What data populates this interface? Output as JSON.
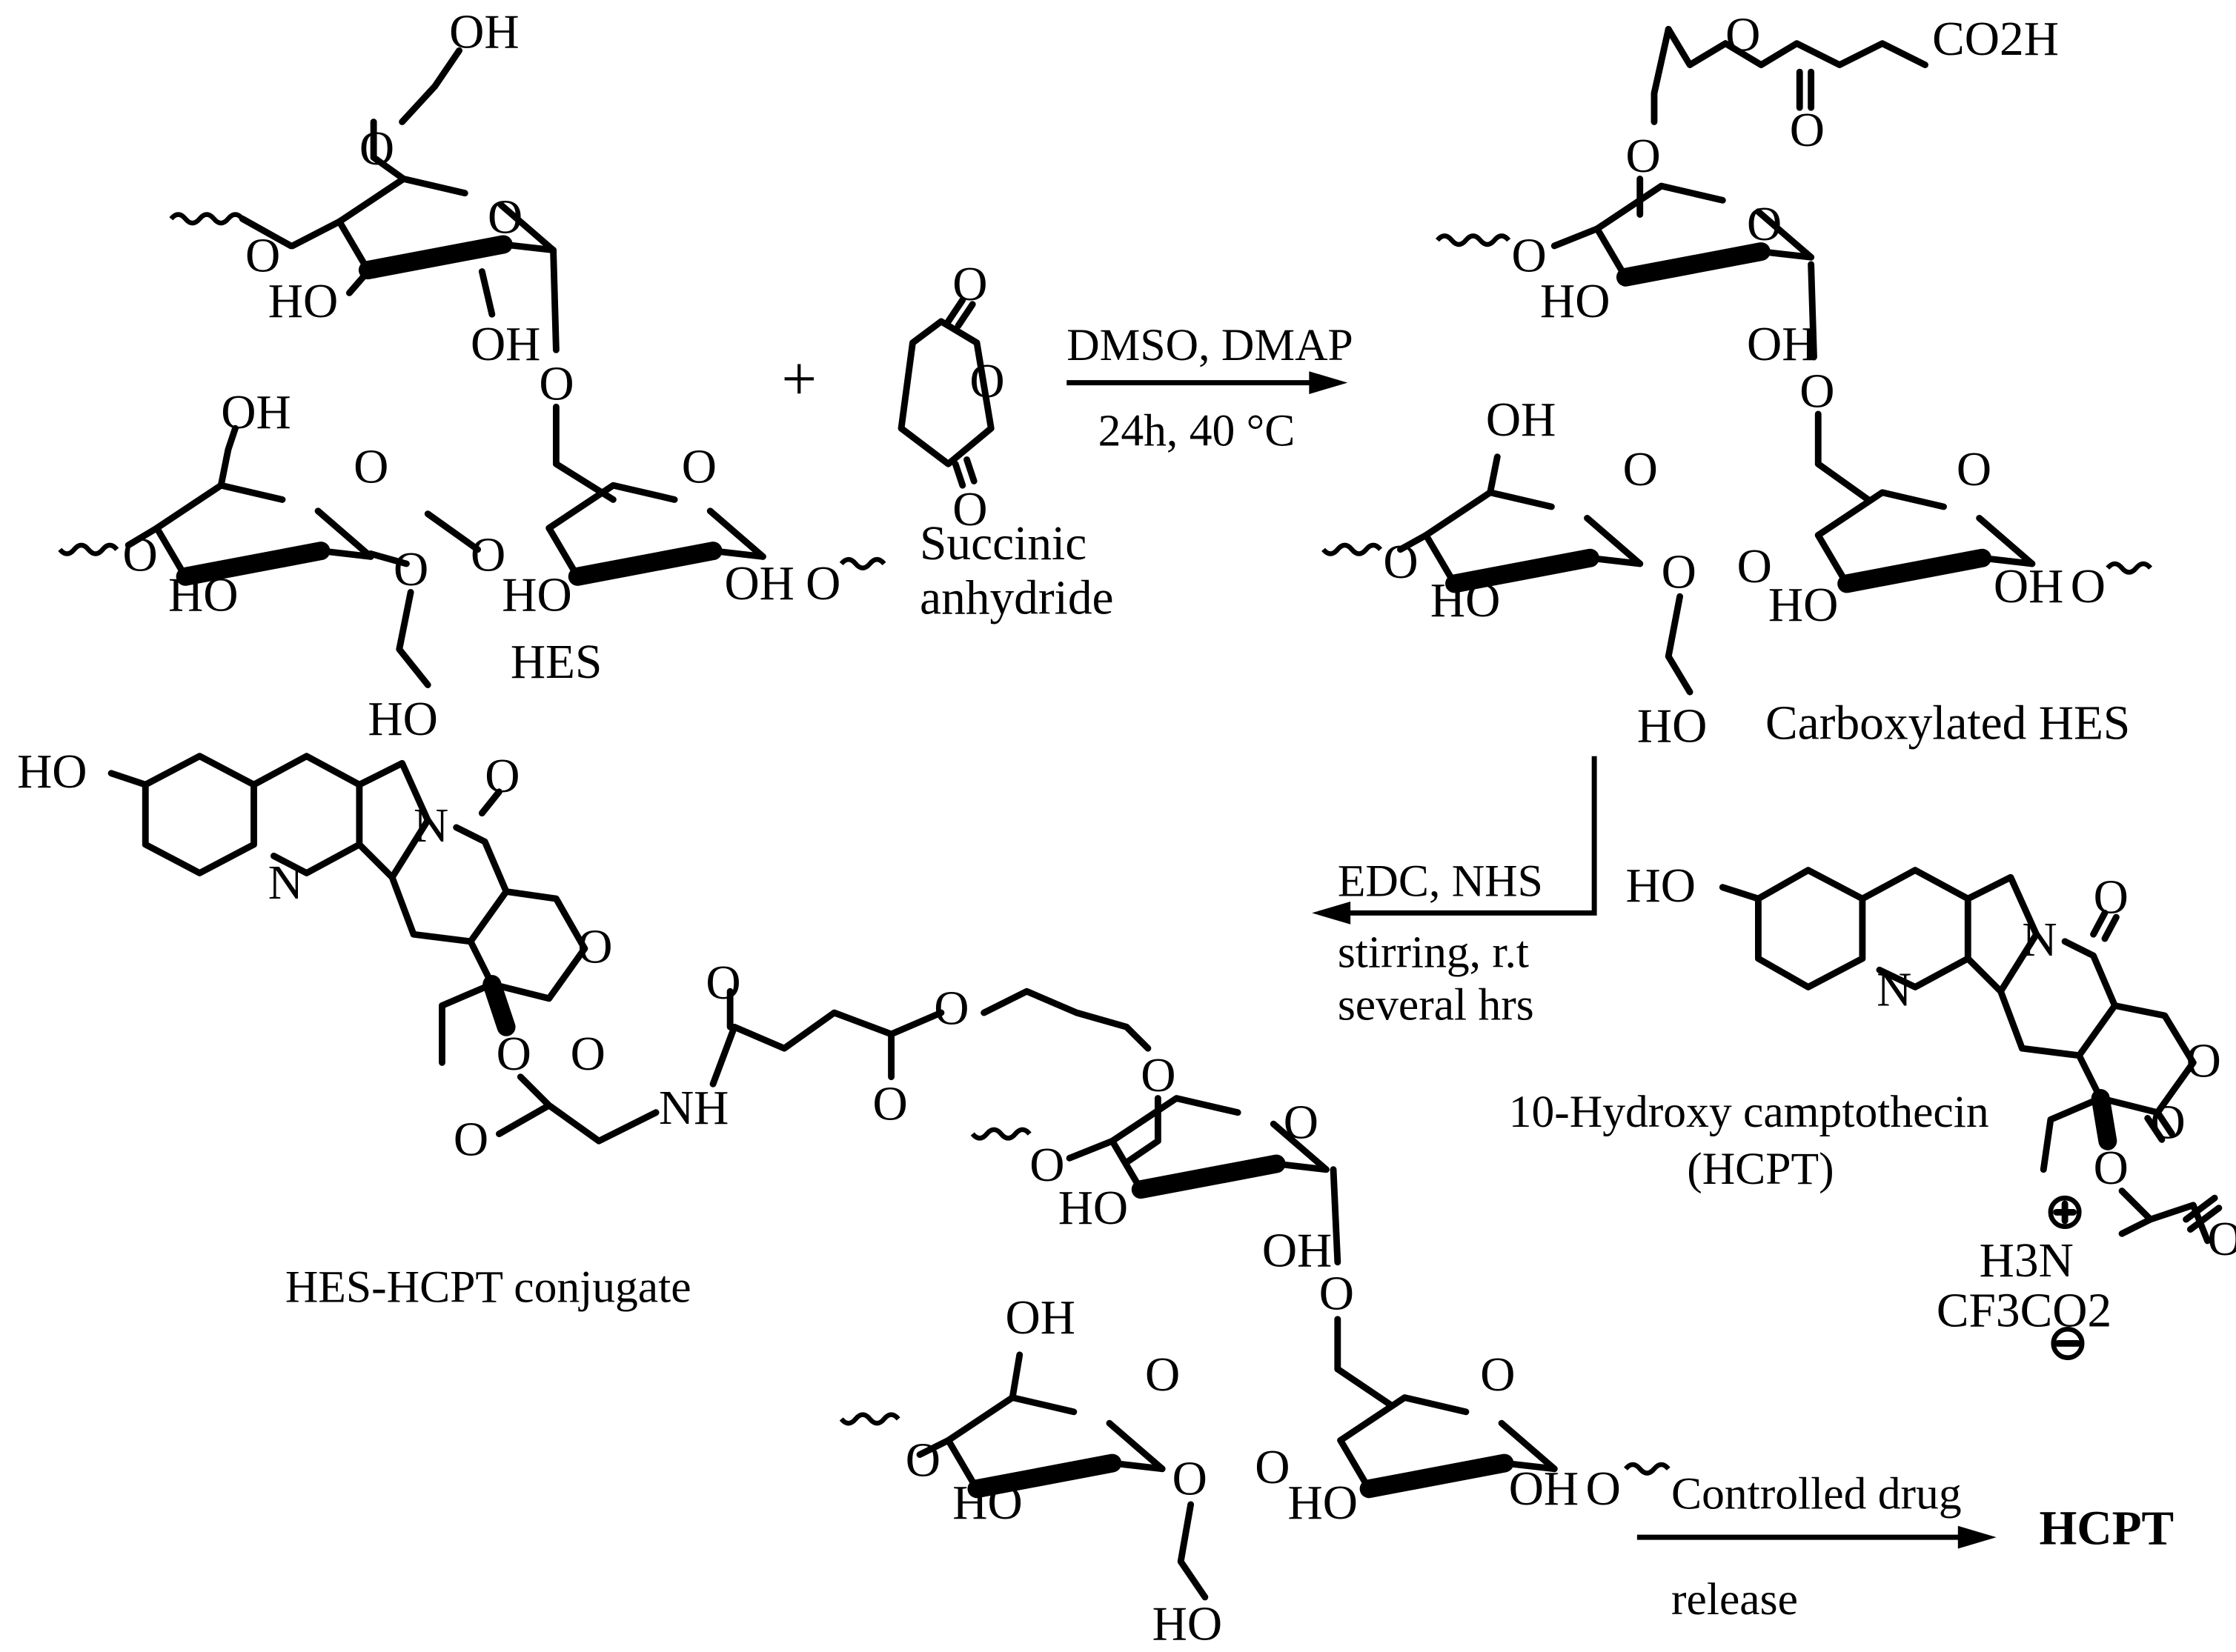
{
  "reactants": {
    "hes_label": "HES",
    "plus_sign": "+",
    "succinic_label_line1": "Succinic",
    "succinic_label_line2": "anhydride"
  },
  "step1": {
    "conditions_top": "DMSO, DMAP",
    "conditions_bottom": "24h, 40 °C"
  },
  "carboxylated": {
    "label": "Carboxylated HES",
    "acid_group": "CO2H"
  },
  "step2": {
    "line1": "EDC, NHS",
    "line2": "stirring, r.t",
    "line3": "several hrs"
  },
  "hcpt": {
    "label_line1": "10-Hydroxy camptothecin",
    "label_line2": "(HCPT)",
    "ammonium": "H3N",
    "counterion": "CF3CO2"
  },
  "conjugate": {
    "label": "HES-HCPT conjugate",
    "amide": "NH"
  },
  "release": {
    "line1": "Controlled drug",
    "line2": "release",
    "product": "HCPT"
  },
  "atoms": {
    "hydroxyl": "OH",
    "hydroxyl_left": "HO",
    "oxygen": "O",
    "nitrogen": "N"
  }
}
